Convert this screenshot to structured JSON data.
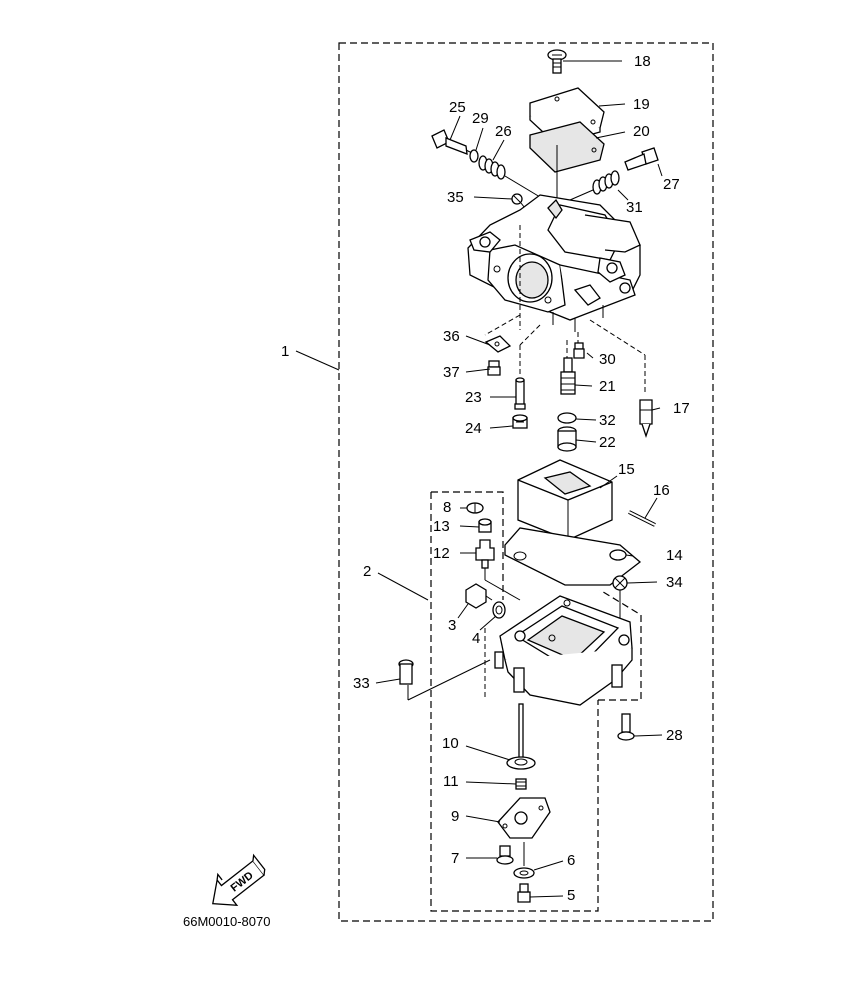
{
  "diagram": {
    "part_numbers": [
      "1",
      "2",
      "3",
      "4",
      "5",
      "6",
      "7",
      "8",
      "9",
      "10",
      "11",
      "12",
      "13",
      "14",
      "15",
      "16",
      "17",
      "18",
      "19",
      "20",
      "21",
      "22",
      "23",
      "24",
      "25",
      "26",
      "27",
      "28",
      "29",
      "30",
      "31",
      "32",
      "33",
      "34",
      "35",
      "36",
      "37"
    ],
    "fwd_label": "FWD",
    "drawing_code": "66M0010-8070"
  }
}
